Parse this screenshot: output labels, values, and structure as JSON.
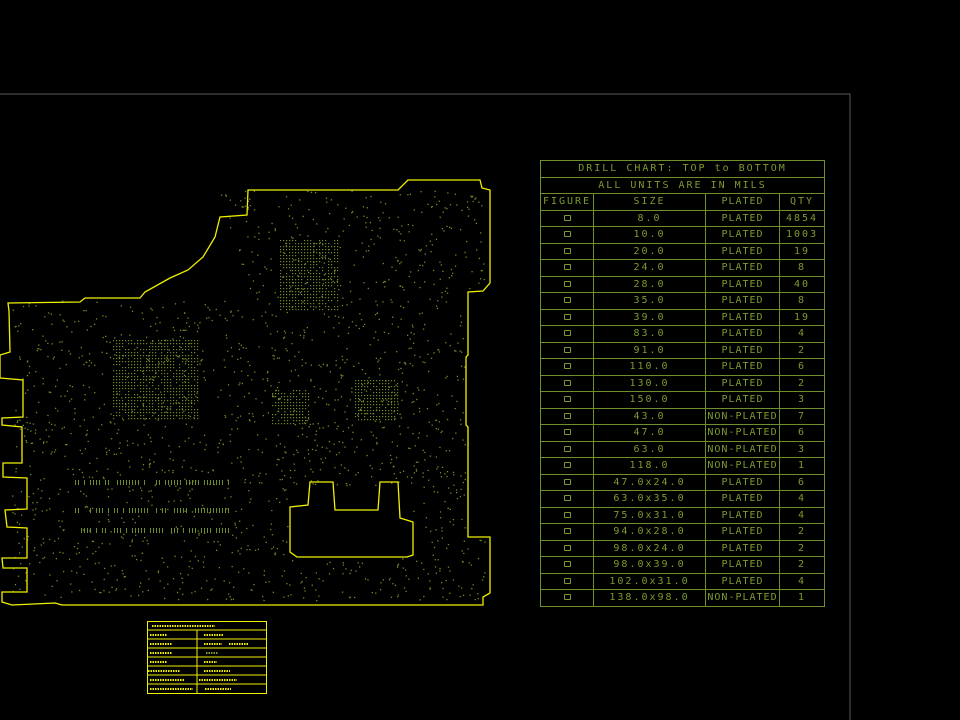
{
  "drill_chart": {
    "title": "DRILL CHART: TOP to BOTTOM",
    "subtitle": "ALL UNITS ARE IN MILS",
    "headers": [
      "FIGURE",
      "SIZE",
      "PLATED",
      "QTY"
    ],
    "rows": [
      {
        "size": "8.0",
        "plated": "PLATED",
        "qty": "4854"
      },
      {
        "size": "10.0",
        "plated": "PLATED",
        "qty": "1003"
      },
      {
        "size": "20.0",
        "plated": "PLATED",
        "qty": "19"
      },
      {
        "size": "24.0",
        "plated": "PLATED",
        "qty": "8"
      },
      {
        "size": "28.0",
        "plated": "PLATED",
        "qty": "40"
      },
      {
        "size": "35.0",
        "plated": "PLATED",
        "qty": "8"
      },
      {
        "size": "39.0",
        "plated": "PLATED",
        "qty": "19"
      },
      {
        "size": "83.0",
        "plated": "PLATED",
        "qty": "4"
      },
      {
        "size": "91.0",
        "plated": "PLATED",
        "qty": "2"
      },
      {
        "size": "110.0",
        "plated": "PLATED",
        "qty": "6"
      },
      {
        "size": "130.0",
        "plated": "PLATED",
        "qty": "2"
      },
      {
        "size": "150.0",
        "plated": "PLATED",
        "qty": "3"
      },
      {
        "size": "43.0",
        "plated": "NON-PLATED",
        "qty": "7"
      },
      {
        "size": "47.0",
        "plated": "NON-PLATED",
        "qty": "6"
      },
      {
        "size": "63.0",
        "plated": "NON-PLATED",
        "qty": "3"
      },
      {
        "size": "118.0",
        "plated": "NON-PLATED",
        "qty": "1"
      },
      {
        "size": "47.0x24.0",
        "plated": "PLATED",
        "qty": "6"
      },
      {
        "size": "63.0x35.0",
        "plated": "PLATED",
        "qty": "4"
      },
      {
        "size": "75.0x31.0",
        "plated": "PLATED",
        "qty": "4"
      },
      {
        "size": "94.0x28.0",
        "plated": "PLATED",
        "qty": "2"
      },
      {
        "size": "98.0x24.0",
        "plated": "PLATED",
        "qty": "2"
      },
      {
        "size": "98.0x39.0",
        "plated": "PLATED",
        "qty": "2"
      },
      {
        "size": "102.0x31.0",
        "plated": "PLATED",
        "qty": "4"
      },
      {
        "size": "138.0x98.0",
        "plated": "NON-PLATED",
        "qty": "1"
      }
    ]
  },
  "colors": {
    "outline": "#f0f000",
    "drill_green": "#7d9a2e",
    "frame": "#555555"
  }
}
